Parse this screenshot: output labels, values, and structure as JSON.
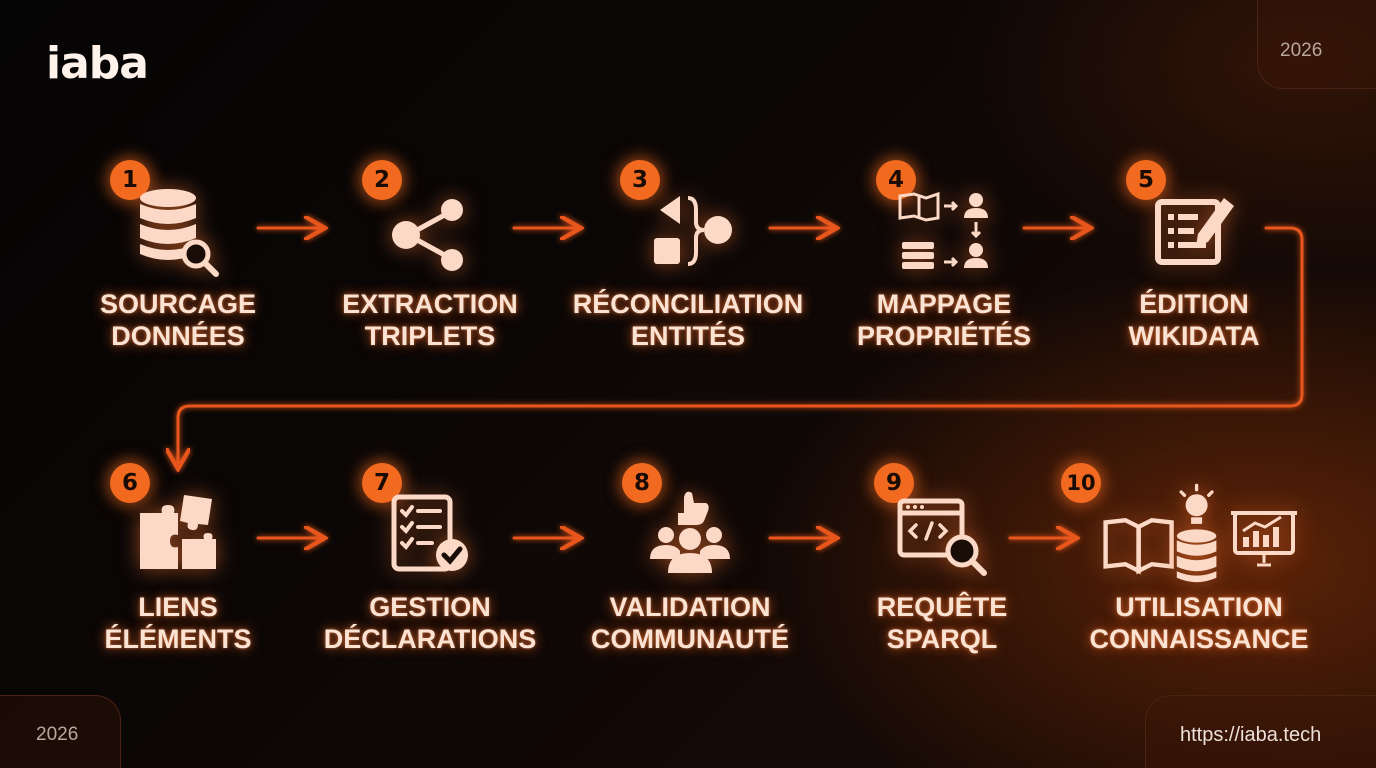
{
  "brand": {
    "logo": "iaba",
    "year_top": "2026",
    "year_bottom": "2026",
    "url": "https://iaba.tech"
  },
  "colors": {
    "accent": "#f26a1f",
    "icon": "#fbd9c6",
    "text": "#fbe3d4",
    "connector": "#e8561c"
  },
  "steps": [
    {
      "number": "1",
      "line1": "SOURCAGE",
      "line2": "DONNÉES",
      "icon": "database-search-icon"
    },
    {
      "number": "2",
      "line1": "EXTRACTION",
      "line2": "TRIPLETS",
      "icon": "share-nodes-icon"
    },
    {
      "number": "3",
      "line1": "RÉCONCILIATION",
      "line2": "ENTITÉS",
      "icon": "merge-shapes-icon"
    },
    {
      "number": "4",
      "line1": "MAPPAGE",
      "line2": "PROPRIÉTÉS",
      "icon": "mapping-icon"
    },
    {
      "number": "5",
      "line1": "ÉDITION",
      "line2": "WIKIDATA",
      "icon": "edit-form-icon"
    },
    {
      "number": "6",
      "line1": "LIENS",
      "line2": "ÉLÉMENTS",
      "icon": "puzzle-icon"
    },
    {
      "number": "7",
      "line1": "GESTION",
      "line2": "DÉCLARATIONS",
      "icon": "checklist-icon"
    },
    {
      "number": "8",
      "line1": "VALIDATION",
      "line2": "COMMUNAUTÉ",
      "icon": "community-thumbs-up-icon"
    },
    {
      "number": "9",
      "line1": "REQUÊTE",
      "line2": "SPARQL",
      "icon": "code-search-icon"
    },
    {
      "number": "10",
      "line1": "UTILISATION",
      "line2": "CONNAISSANCE",
      "icon": "knowledge-icon"
    }
  ]
}
